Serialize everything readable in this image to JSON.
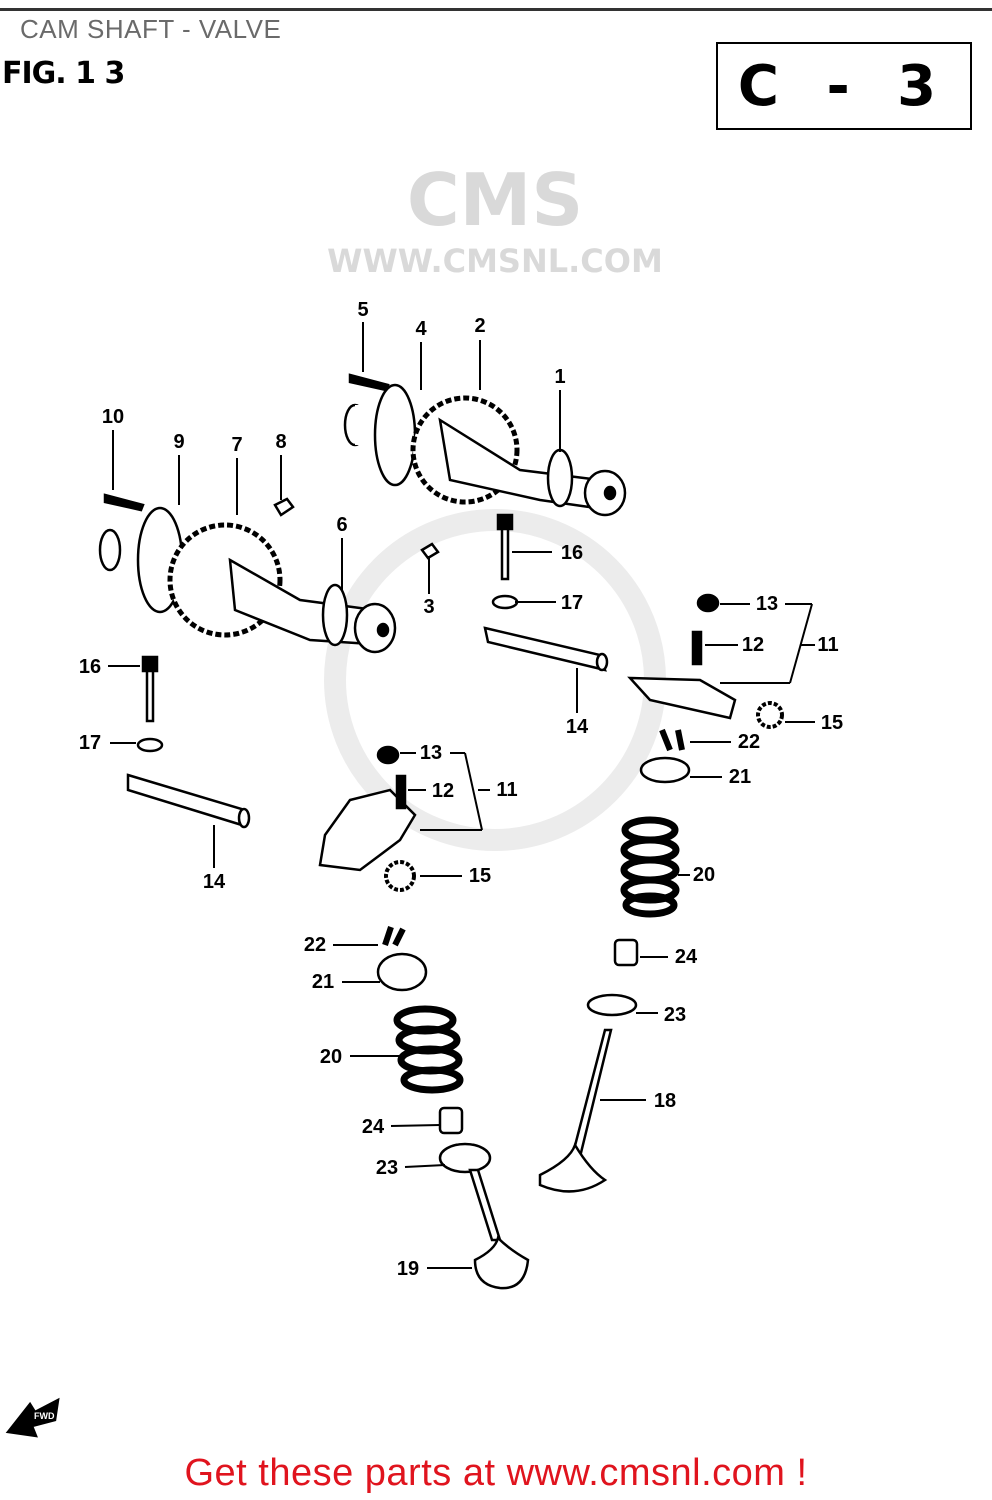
{
  "header": {
    "title": "CAM SHAFT - VALVE",
    "figure": "FIG. 1 3",
    "section_code": "C - 3"
  },
  "watermark": {
    "logo_text": "CMS",
    "url_text": "WWW.CMSNL.COM"
  },
  "diagram": {
    "callouts": [
      "5",
      "4",
      "2",
      "1",
      "10",
      "9",
      "7",
      "8",
      "6",
      "3",
      "16",
      "17",
      "14",
      "13",
      "12",
      "11",
      "15",
      "22",
      "21",
      "20",
      "24",
      "23",
      "18",
      "19",
      "23",
      "24",
      "20",
      "21",
      "22",
      "15",
      "11",
      "12",
      "13",
      "14",
      "17",
      "16"
    ],
    "fwd_arrow_label": "FWD"
  },
  "footer": {
    "text": "Get these parts at www.cmsnl.com !",
    "color": "#e0141e"
  }
}
